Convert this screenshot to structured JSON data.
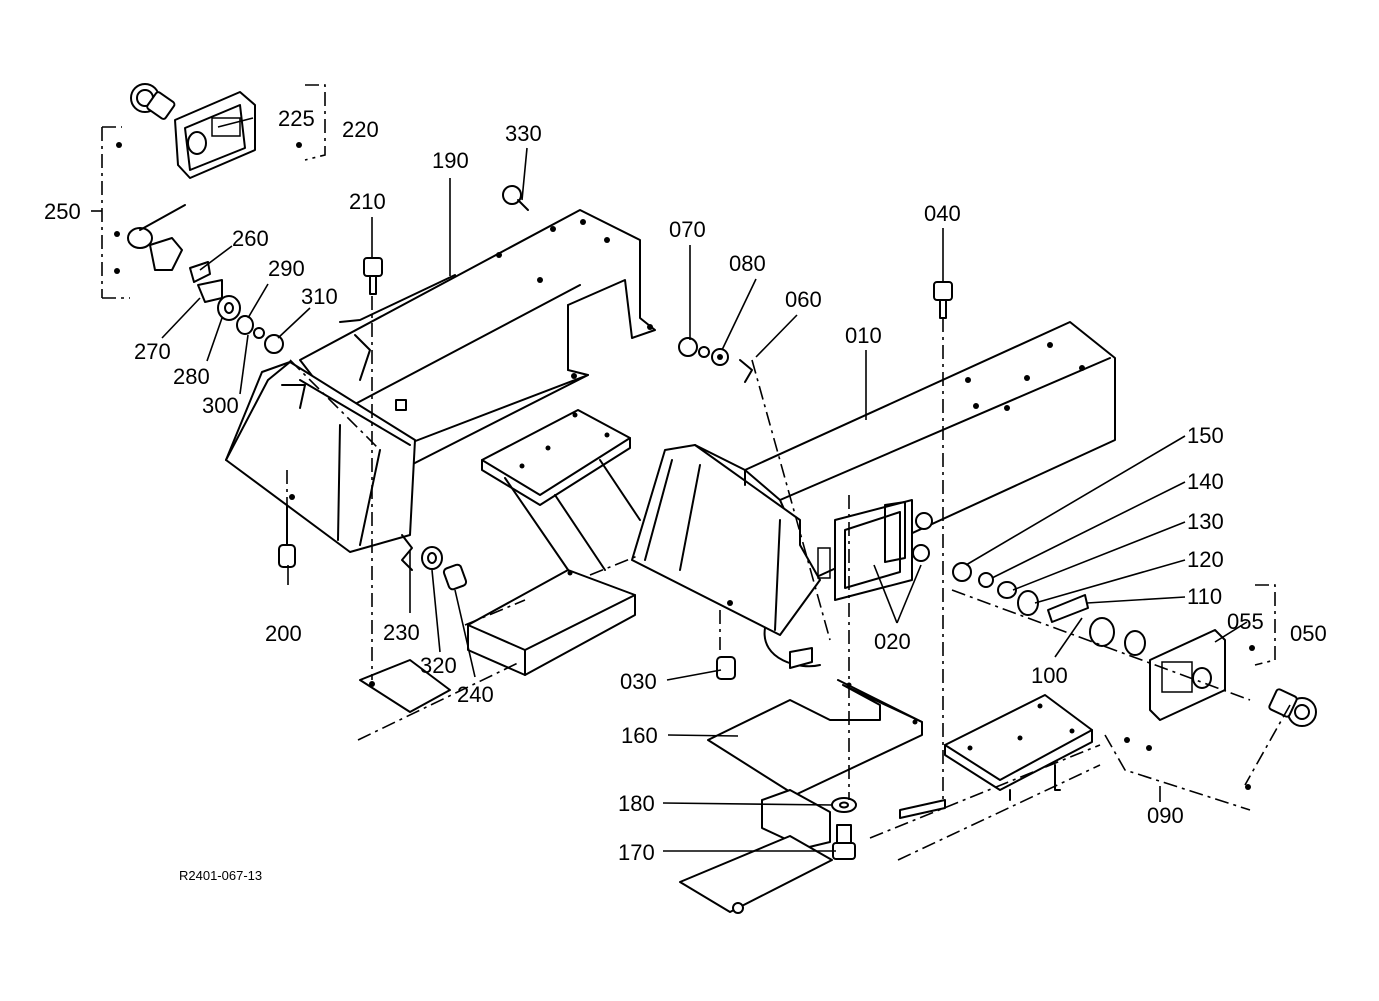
{
  "diagram": {
    "drawing_code": "R2401-067-13",
    "callouts": {
      "c010": "010",
      "c020": "020",
      "c030": "030",
      "c040": "040",
      "c050": "050",
      "c055": "055",
      "c060": "060",
      "c070": "070",
      "c080": "080",
      "c090": "090",
      "c100": "100",
      "c110": "110",
      "c120": "120",
      "c130": "130",
      "c140": "140",
      "c150": "150",
      "c160": "160",
      "c170": "170",
      "c180": "180",
      "c190": "190",
      "c200": "200",
      "c210": "210",
      "c220": "220",
      "c225": "225",
      "c230": "230",
      "c240": "240",
      "c250": "250",
      "c260": "260",
      "c270": "270",
      "c280": "280",
      "c290": "290",
      "c300": "300",
      "c310": "310",
      "c320": "320",
      "c330": "330"
    }
  }
}
